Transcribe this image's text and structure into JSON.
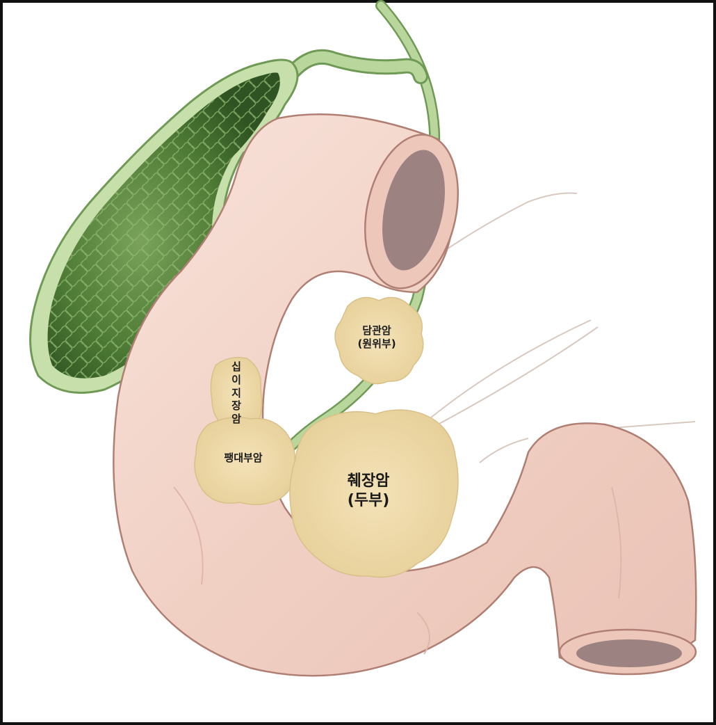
{
  "labels": {
    "bile_duct_cancer_line1": "담관암",
    "bile_duct_cancer_line2": "(원위부)",
    "duodenal_cancer_chars": [
      "십",
      "이",
      "지",
      "장",
      "암"
    ],
    "ampullary_cancer": "팽대부암",
    "pancreatic_cancer_line1": "췌장암",
    "pancreatic_cancer_line2": "(두부)"
  },
  "colors": {
    "duodenum": "#f4d6cc",
    "duodenum_outline": "#b07f74",
    "lumen": "#9c8281",
    "gallbladder_wall": "#b9d69c",
    "gallbladder_interior": "#4d7a35",
    "bile_duct": "#a6cc8a",
    "tumor": "#f0dcaa",
    "frame": "#111111"
  }
}
